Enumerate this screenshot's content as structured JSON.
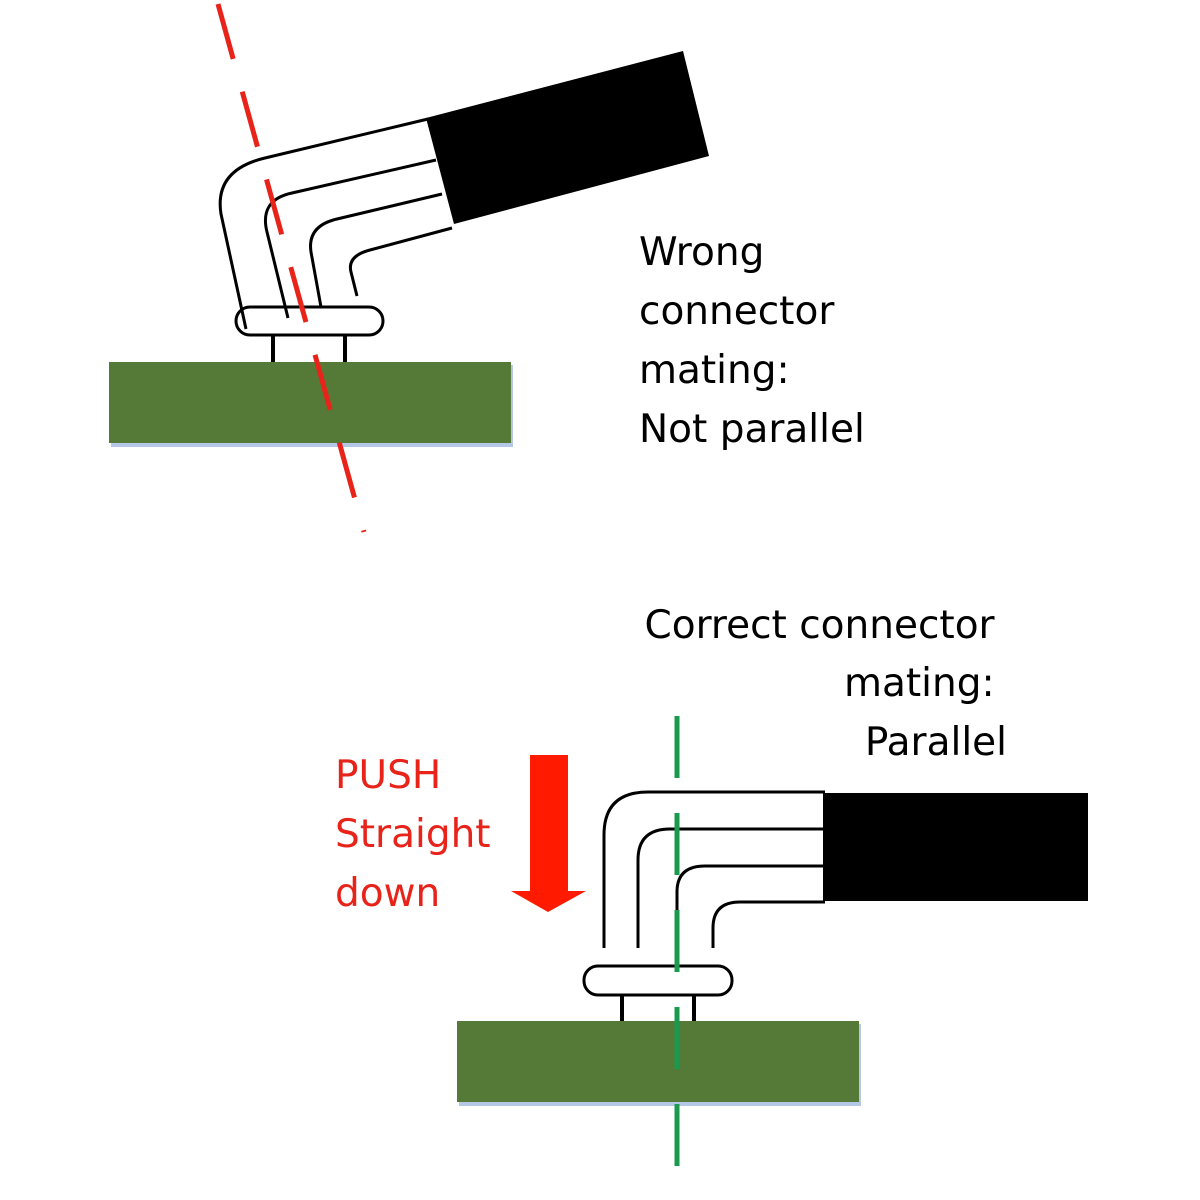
{
  "wrong": {
    "lines": [
      "Wrong",
      "connector",
      "mating:",
      "Not parallel"
    ]
  },
  "correct": {
    "lines": [
      "Correct connector",
      "mating:",
      "Parallel"
    ]
  },
  "push": {
    "lines": [
      "PUSH",
      "Straight",
      "down"
    ]
  },
  "colors": {
    "pcb": "#557a38",
    "pcb_shadow": "#b4c7e7",
    "cable": "#000000",
    "wrong_axis": "#e8231a",
    "correct_axis": "#1a9a4e",
    "push_text": "#e8231a",
    "push_arrow": "#ff1a00",
    "text": "#000000"
  }
}
